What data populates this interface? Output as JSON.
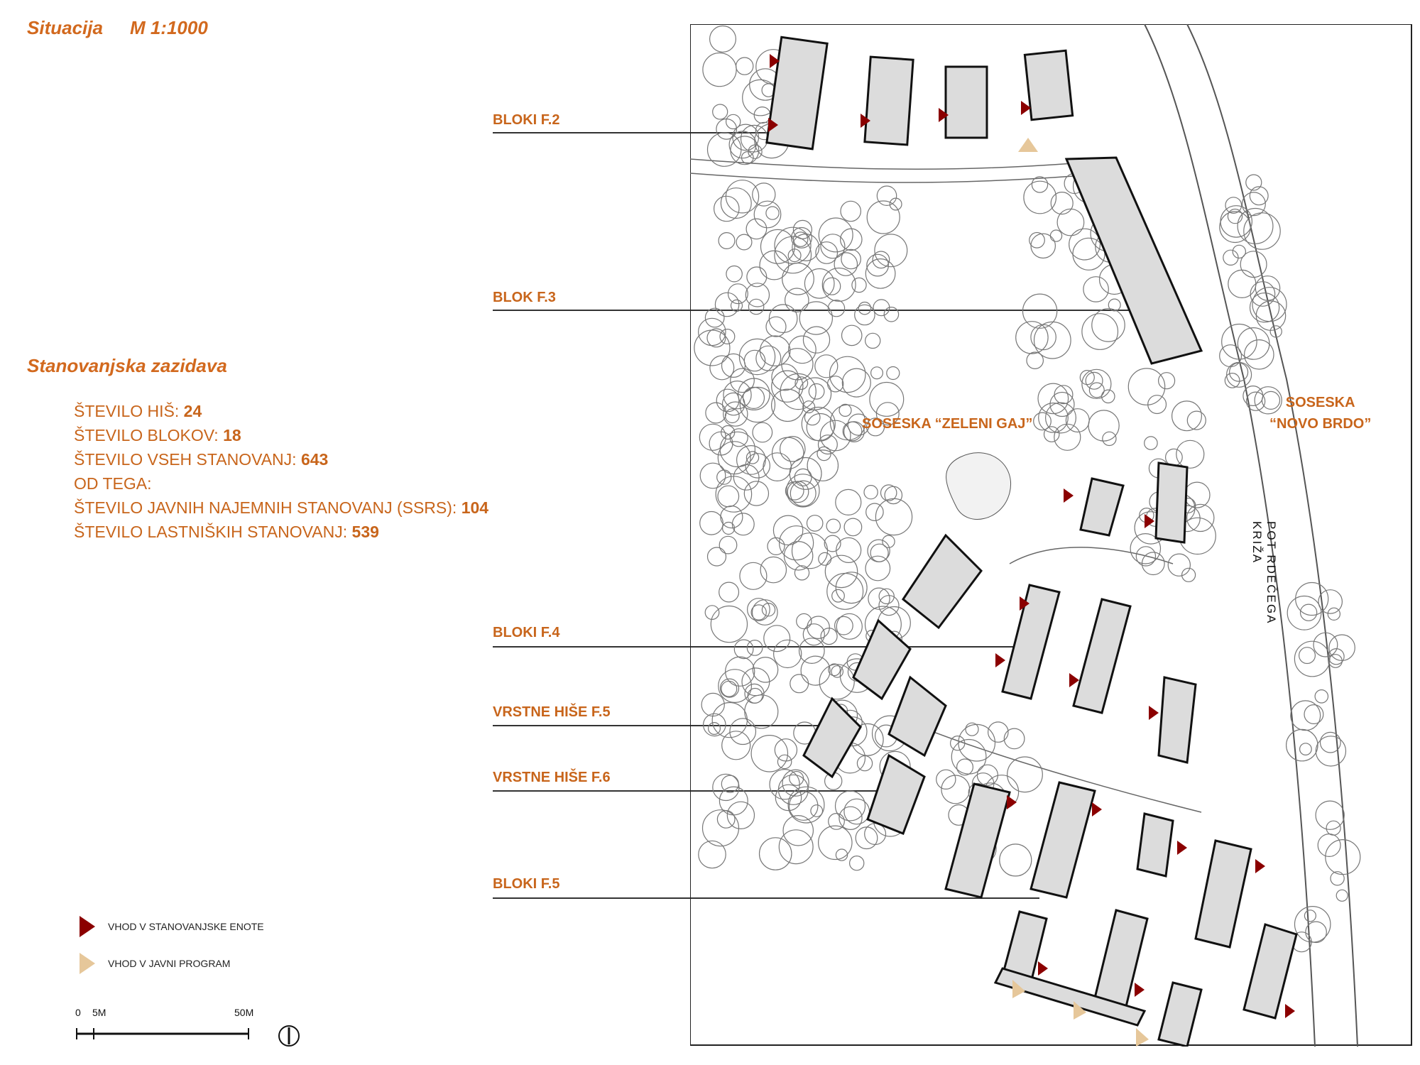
{
  "title": {
    "text": "Situacija",
    "scale": "M 1:1000"
  },
  "subtitle": "Stanovanjska zazidava",
  "stats": [
    {
      "label": "ŠTEVILO HIŠ:",
      "value": "24"
    },
    {
      "label": "ŠTEVILO BLOKOV:",
      "value": "18"
    },
    {
      "label": "ŠTEVILO VSEH STANOVANJ:",
      "value": "643"
    },
    {
      "label": "OD TEGA:",
      "value": ""
    },
    {
      "label": "ŠTEVILO JAVNIH NAJEMNIH STANOVANJ (SSRS):",
      "value": "104"
    },
    {
      "label": "ŠTEVILO LASTNIŠKIH STANOVANJ:",
      "value": "539"
    }
  ],
  "labels": {
    "bloki_f2": "BLOKI F.2",
    "blok_f3": "BLOK F.3",
    "bloki_f4": "BLOKI F.4",
    "vrstne_f5": "VRSTNE HIŠE F.5",
    "vrstne_f6": "VRSTNE HIŠE F.6",
    "bloki_f5": "BLOKI F.5"
  },
  "neighborhoods": {
    "zeleni_gaj": "SOSESKA “ZELENI GAJ”",
    "novo_brdo_1": "SOSESKA",
    "novo_brdo_2": "“NOVO BRDO”"
  },
  "road": "POT RDEČEGA KRIŽA",
  "legend": {
    "residential_entry": "VHOD V STANOVANJSKE ENOTE",
    "public_entry": "VHOD V JAVNI PROGRAM"
  },
  "scale_bar": {
    "zero": "0",
    "five": "5M",
    "fifty": "50M"
  },
  "colors": {
    "accent": "#c8651b",
    "residential_entry": "#8b0000",
    "public_entry": "#e6c79a",
    "building": "#dcdcdc"
  }
}
